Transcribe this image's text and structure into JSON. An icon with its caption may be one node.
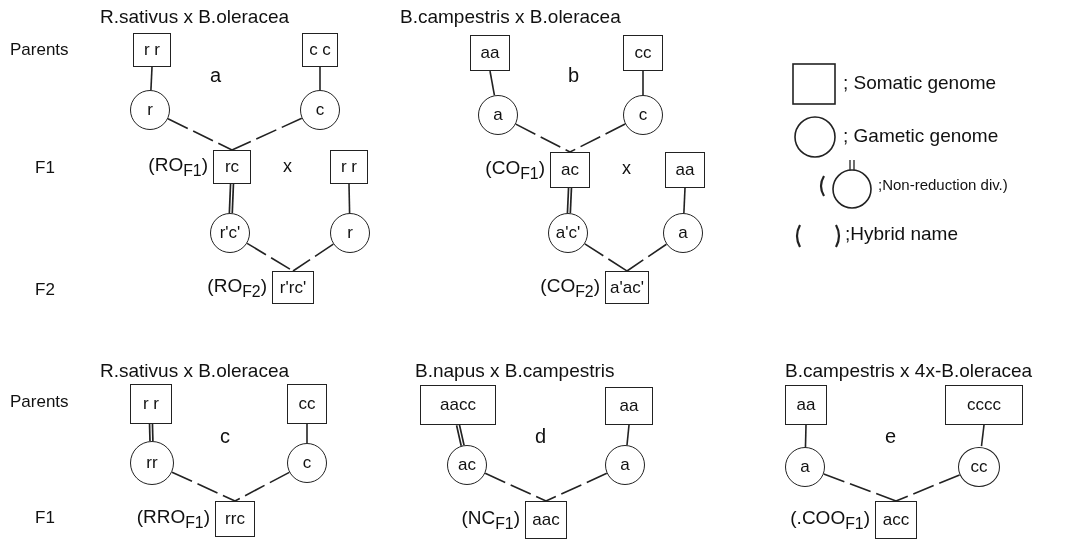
{
  "diagram": {
    "nodes": [
      {
        "text": [
          "r r"
        ]
      },
      {
        "text": [
          "c c"
        ]
      },
      {
        "text": [
          "r"
        ]
      },
      {
        "text": [
          "c"
        ]
      },
      {
        "text": [
          "rc"
        ],
        "beside": [
          "(RO$_{F1}$)"
        ]
      },
      {
        "text": [
          "r r"
        ]
      },
      {
        "text": [
          "r'c'"
        ]
      },
      {
        "text": [
          "r"
        ]
      },
      {
        "text": [
          "r'rc'"
        ],
        "beside": [
          "(RO$_{F2}$)"
        ]
      },
      {
        "text": [
          "aa"
        ]
      },
      {
        "text": [
          "cc"
        ]
      },
      {
        "text": [
          "a"
        ]
      },
      {
        "text": [
          "c"
        ]
      },
      {
        "text": [
          "ac"
        ],
        "beside": [
          "(CO$_{F1}$)"
        ]
      },
      {
        "text": [
          "aa"
        ]
      },
      {
        "text": [
          "a'c'"
        ]
      },
      {
        "text": [
          "a"
        ]
      },
      {
        "text": [
          "a'ac'"
        ],
        "beside": [
          "(CO$_{F2}$)"
        ]
      },
      {
        "text": [
          "r r"
        ]
      },
      {
        "text": [
          "cc"
        ]
      },
      {
        "text": [
          "rr"
        ]
      },
      {
        "text": [
          "c"
        ]
      },
      {
        "text": [
          "rrc"
        ],
        "beside": [
          "(RRO$_{F1}$)"
        ]
      },
      {
        "text": [
          "aacc"
        ]
      },
      {
        "text": [
          "aa"
        ]
      },
      {
        "text": [
          "ac"
        ]
      },
      {
        "text": [
          "a"
        ]
      },
      {
        "text": [
          "aac"
        ],
        "beside": [
          "(NC$_{F1}$)"
        ]
      },
      {
        "text": [
          "aa"
        ]
      },
      {
        "text": [
          "cccc"
        ]
      },
      {
        "text": [
          "a"
        ]
      },
      {
        "text": [
          "cc"
        ]
      },
      {
        "text": [
          "acc"
        ],
        "beside": [
          "(.COO$_{F1}$)"
        ]
      }
    ],
    "edges": [
      {
        "from": 0,
        "to": 2,
        "arrow": "none"
      },
      {
        "from": 1,
        "to": 3,
        "arrow": "none"
      },
      {
        "from": 2,
        "to": 4,
        "arrow": "none",
        "style": "dashed"
      },
      {
        "from": 3,
        "to": 4,
        "arrow": "none",
        "style": "dashed"
      },
      {
        "from": 4,
        "to": 6,
        "arrow": "none",
        "style": "thick"
      },
      {
        "from": 5,
        "to": 7,
        "arrow": "none"
      },
      {
        "from": 6,
        "to": 8,
        "arrow": "none",
        "style": "dashed"
      },
      {
        "from": 7,
        "to": 8,
        "arrow": "none",
        "style": "dashed"
      },
      {
        "from": 9,
        "to": 11,
        "arrow": "none"
      },
      {
        "from": 10,
        "to": 12,
        "arrow": "none"
      },
      {
        "from": 11,
        "to": 13,
        "arrow": "none",
        "style": "dashed"
      },
      {
        "from": 12,
        "to": 13,
        "arrow": "none",
        "style": "dashed"
      },
      {
        "from": 13,
        "to": 15,
        "arrow": "none",
        "style": "thick"
      },
      {
        "from": 14,
        "to": 16,
        "arrow": "none"
      },
      {
        "from": 15,
        "to": 17,
        "arrow": "none",
        "style": "dashed"
      },
      {
        "from": 16,
        "to": 17,
        "arrow": "none",
        "style": "dashed"
      },
      {
        "from": 18,
        "to": 20,
        "arrow": "none",
        "style": "thick"
      },
      {
        "from": 19,
        "to": 21,
        "arrow": "none"
      },
      {
        "from": 20,
        "to": 22,
        "arrow": "none",
        "style": "dashed"
      },
      {
        "from": 21,
        "to": 22,
        "arrow": "none",
        "style": "dashed"
      },
      {
        "from": 23,
        "to": 25,
        "arrow": "none",
        "style": "thick"
      },
      {
        "from": 24,
        "to": 26,
        "arrow": "none"
      },
      {
        "from": 25,
        "to": 27,
        "arrow": "none",
        "style": "dashed"
      },
      {
        "from": 26,
        "to": 27,
        "arrow": "none",
        "style": "dashed"
      },
      {
        "from": 28,
        "to": 30,
        "arrow": "none"
      },
      {
        "from": 29,
        "to": 31,
        "arrow": "none"
      },
      {
        "from": 30,
        "to": 32,
        "arrow": "none",
        "style": "dashed"
      },
      {
        "from": 31,
        "to": 32,
        "arrow": "none",
        "style": "dashed"
      }
    ],
    "labels": [
      "R.sativus x B.oleracea",
      "B.campestris x B.oleracea",
      "Parents",
      "a",
      "b",
      "F1",
      "x",
      "x",
      "F2",
      "R.sativus x B.oleracea",
      "B.napus x B.campestris",
      "B.campestris x 4x-B.oleracea",
      "Parents",
      "c",
      "d",
      "e",
      "F1"
    ],
    "legend": [
      {
        "text": "; Somatic genome"
      },
      {
        "text": "; Gametic genome"
      },
      {
        "text": ";Non-reduction div.)"
      },
      {
        "text": ";Hybrid name"
      }
    ]
  }
}
